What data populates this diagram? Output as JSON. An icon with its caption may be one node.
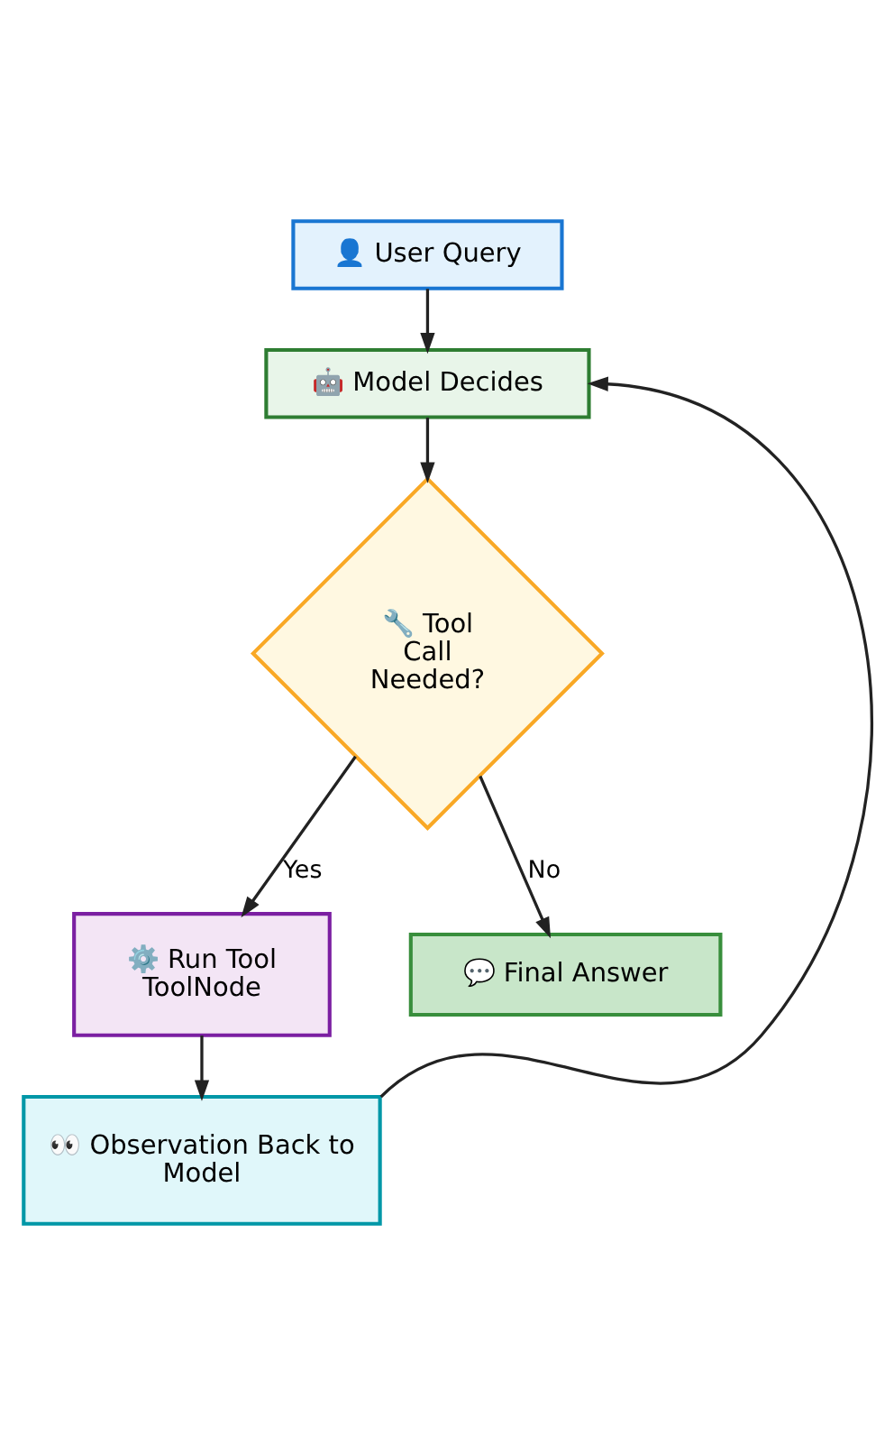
{
  "diagram": {
    "nodes": [
      {
        "text": [
          "👤 User Query"
        ]
      },
      {
        "text": [
          "🤖 Model Decides"
        ]
      },
      {
        "text": [
          "🔧 Tool Call Needed?"
        ]
      },
      {
        "text": [
          "⚙️ Run Tool ToolNode"
        ]
      },
      {
        "text": [
          "💬 Final Answer"
        ]
      },
      {
        "text": [
          "👀 Observation Back to Model"
        ]
      }
    ],
    "edges": [
      {
        "from": 0,
        "to": 1,
        "arrow": "to"
      },
      {
        "from": 1,
        "to": 2,
        "arrow": "to"
      },
      {
        "from": 2,
        "to": 3,
        "label": "Yes",
        "arrow": "to"
      },
      {
        "from": 2,
        "to": 4,
        "label": "No",
        "arrow": "to"
      },
      {
        "from": 3,
        "to": 5,
        "arrow": "to"
      },
      {
        "from": 5,
        "to": 1,
        "arrow": "to"
      }
    ]
  }
}
